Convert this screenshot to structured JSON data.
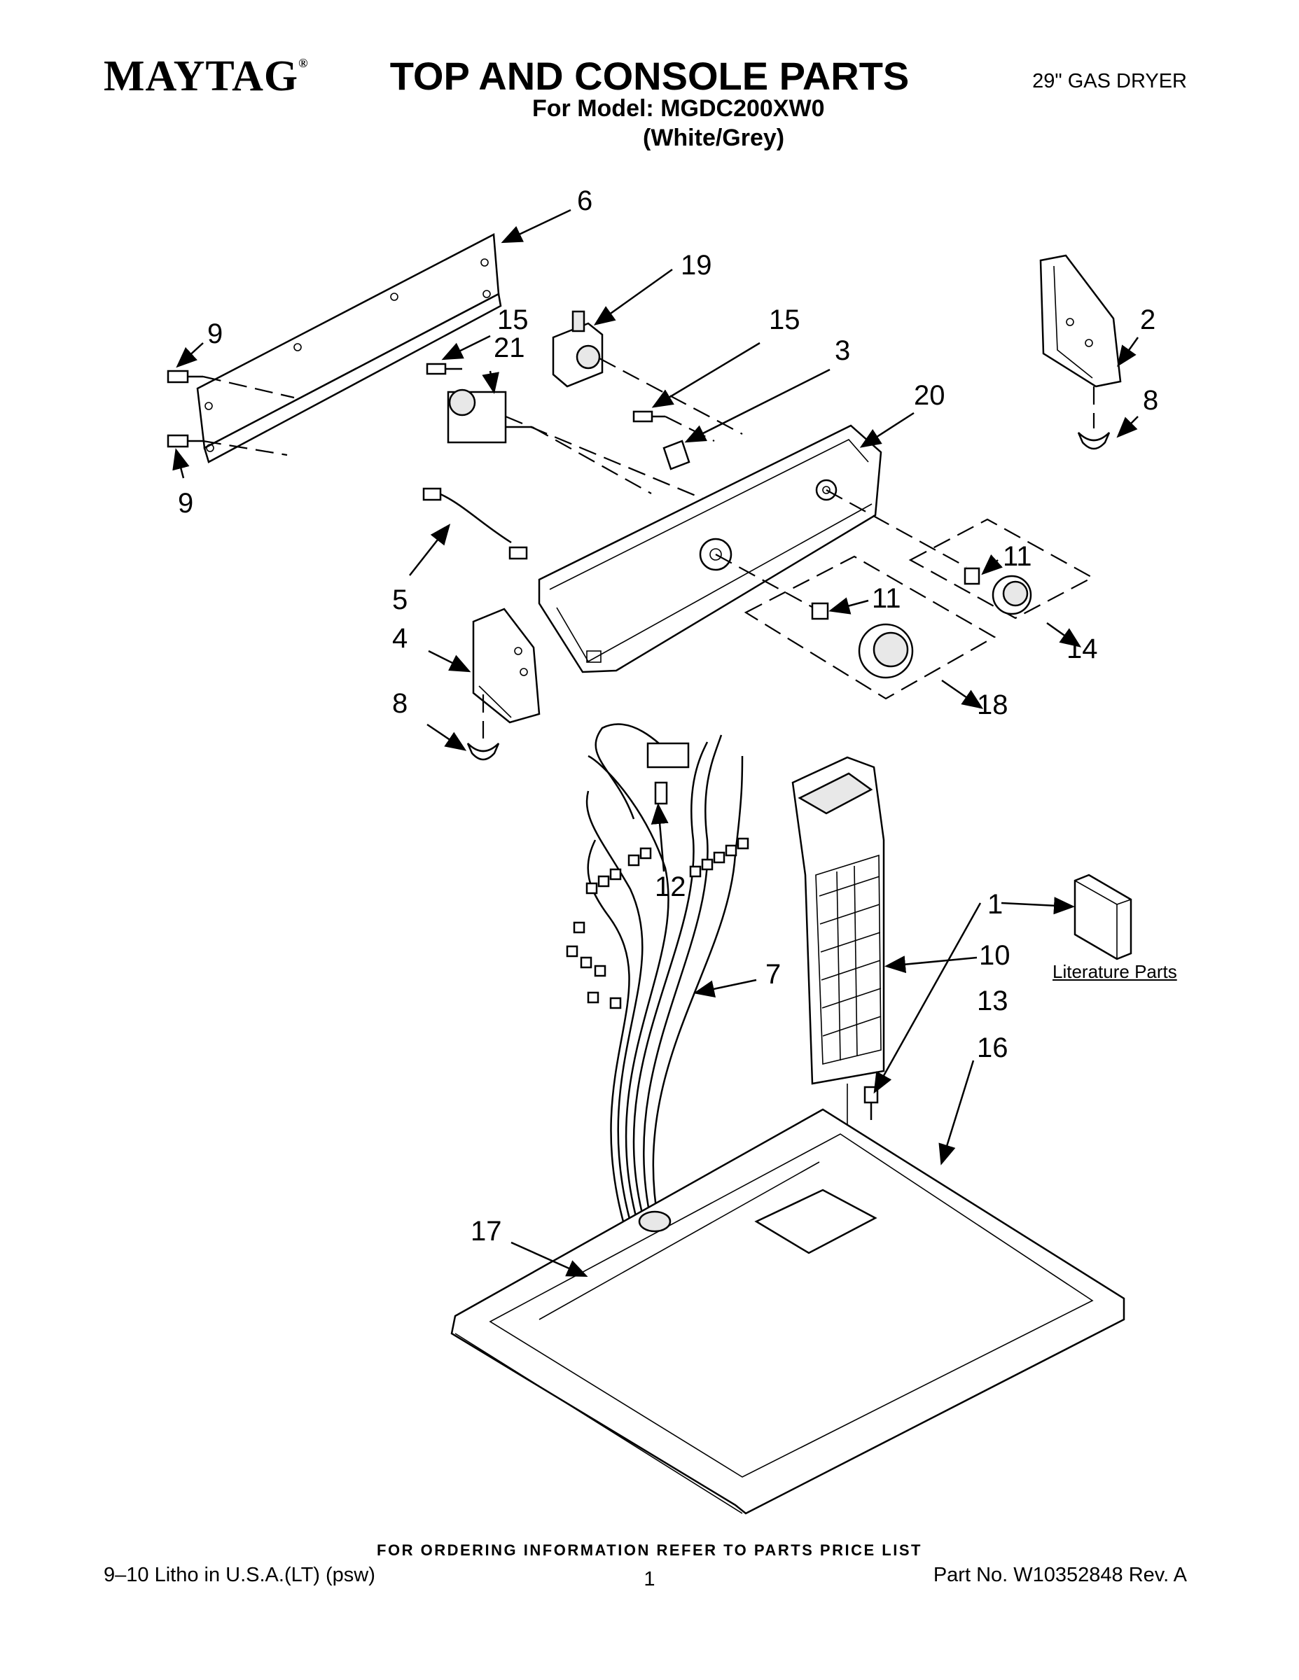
{
  "header": {
    "brand": "MAYTAG",
    "brand_mark": "®",
    "title": "TOP AND CONSOLE PARTS",
    "product": "29\" GAS DRYER",
    "model_line": "For Model: MGDC200XW0",
    "color_line": "(White/Grey)"
  },
  "callouts": {
    "c1": "1",
    "c2": "2",
    "c3": "3",
    "c4": "4",
    "c5": "5",
    "c6": "6",
    "c7": "7",
    "c8a": "8",
    "c8b": "8",
    "c9a": "9",
    "c9b": "9",
    "c10": "10",
    "c11a": "11",
    "c11b": "11",
    "c12": "12",
    "c13": "13",
    "c14": "14",
    "c15a": "15",
    "c15b": "15",
    "c16": "16",
    "c17": "17",
    "c18": "18",
    "c19": "19",
    "c20": "20",
    "c21": "21"
  },
  "literature_label": "Literature Parts",
  "footer": {
    "ordering": "FOR ORDERING INFORMATION REFER TO PARTS PRICE LIST",
    "litho": "9–10 Litho in U.S.A.(LT) (psw)",
    "page": "1",
    "part_no": "Part No. W10352848 Rev. A"
  }
}
